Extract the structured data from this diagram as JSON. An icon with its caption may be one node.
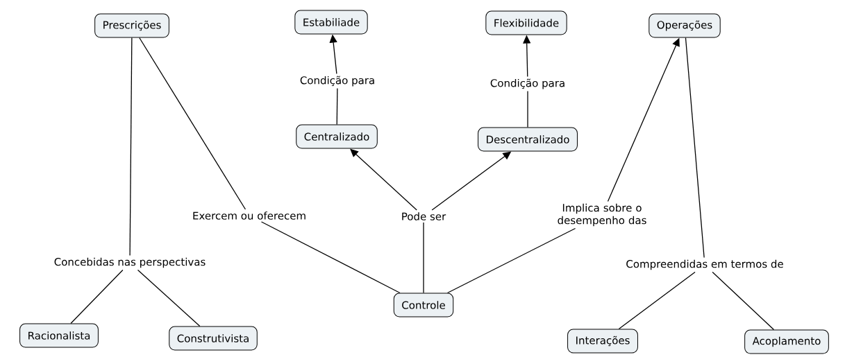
{
  "diagram": {
    "nodes": [
      {
        "text": [
          "Prescrições"
        ]
      },
      {
        "text": [
          "Estabiliade"
        ]
      },
      {
        "text": [
          "Flexibilidade"
        ]
      },
      {
        "text": [
          "Operações"
        ]
      },
      {
        "text": [
          "Condição para"
        ]
      },
      {
        "text": [
          "Condição para"
        ]
      },
      {
        "text": [
          "Centralizado"
        ]
      },
      {
        "text": [
          "Descentralizado"
        ]
      },
      {
        "text": [
          "Exercem ou oferecem"
        ]
      },
      {
        "text": [
          "Pode ser"
        ]
      },
      {
        "text": [
          "Implica sobre o desempenho das"
        ]
      },
      {
        "text": [
          "Concebidas nas perspectivas"
        ]
      },
      {
        "text": [
          "Compreendidas em termos de"
        ]
      },
      {
        "text": [
          "Controle"
        ]
      },
      {
        "text": [
          "Racionalista"
        ]
      },
      {
        "text": [
          "Construtivista"
        ]
      },
      {
        "text": [
          "Interações"
        ]
      },
      {
        "text": [
          "Acoplamento"
        ]
      }
    ],
    "edges": [
      {
        "from": 0,
        "to": 11,
        "arrow": "none"
      },
      {
        "from": 11,
        "to": 14,
        "arrow": "none"
      },
      {
        "from": 11,
        "to": 15,
        "arrow": "none"
      },
      {
        "from": 0,
        "to": 8,
        "arrow": "none"
      },
      {
        "from": 13,
        "to": 8,
        "arrow": "none"
      },
      {
        "from": 13,
        "to": 9,
        "arrow": "none"
      },
      {
        "from": 9,
        "to": 6,
        "arrow": "to"
      },
      {
        "from": 9,
        "to": 7,
        "arrow": "to"
      },
      {
        "from": 6,
        "to": 4,
        "arrow": "none"
      },
      {
        "from": 4,
        "to": 1,
        "arrow": "to"
      },
      {
        "from": 7,
        "to": 5,
        "arrow": "none"
      },
      {
        "from": 5,
        "to": 2,
        "arrow": "to"
      },
      {
        "from": 13,
        "to": 10,
        "arrow": "none"
      },
      {
        "from": 10,
        "to": 3,
        "arrow": "to"
      },
      {
        "from": 3,
        "to": 12,
        "arrow": "none"
      },
      {
        "from": 12,
        "to": 16,
        "arrow": "none"
      },
      {
        "from": 12,
        "to": 17,
        "arrow": "none"
      }
    ]
  }
}
